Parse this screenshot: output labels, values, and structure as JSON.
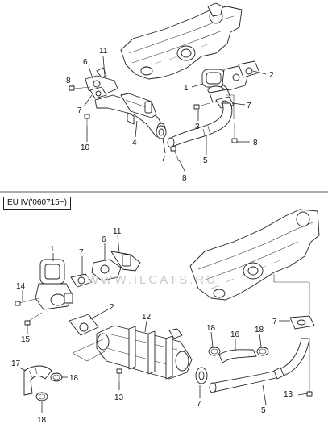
{
  "section_label": "EU IV('060715~)",
  "watermark": "WWW.ILCATS.RU",
  "callouts_top": [
    "11",
    "6",
    "8",
    "7",
    "10",
    "4",
    "7",
    "8",
    "1",
    "2",
    "3",
    "7",
    "5",
    "8"
  ],
  "callouts_bottom": [
    "1",
    "7",
    "6",
    "11",
    "14",
    "15",
    "2",
    "12",
    "18",
    "16",
    "18",
    "7",
    "17",
    "18",
    "18",
    "13",
    "7",
    "5",
    "13"
  ]
}
